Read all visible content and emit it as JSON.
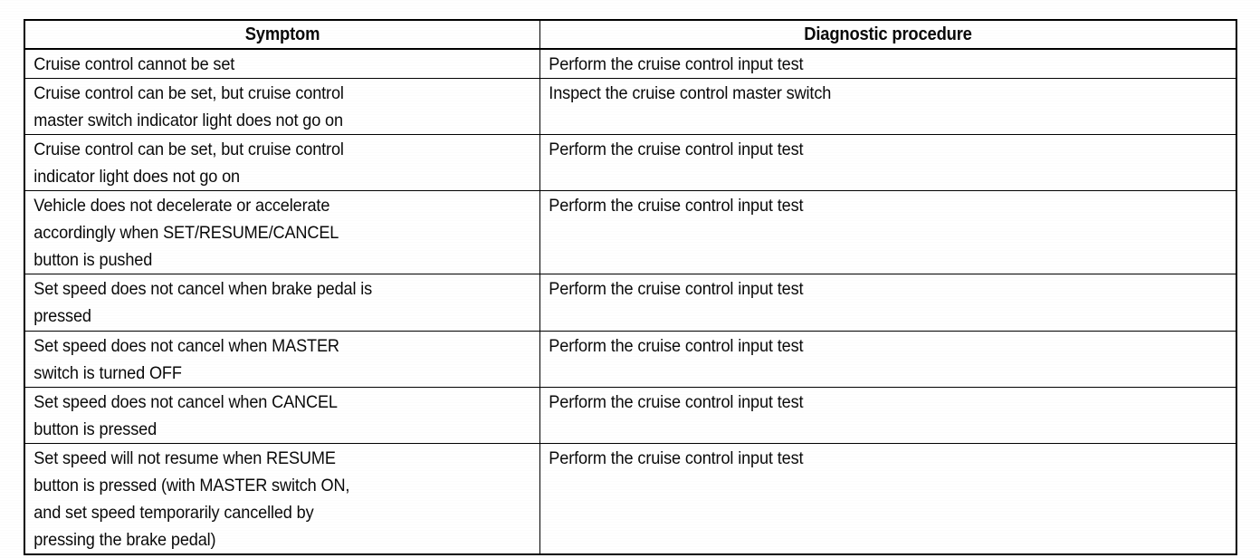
{
  "document": {
    "type": "scanned-service-manual-table"
  },
  "table": {
    "columns": [
      {
        "key": "symptom",
        "header": "Symptom"
      },
      {
        "key": "procedure",
        "header": "Diagnostic procedure"
      }
    ],
    "rows": [
      {
        "symptom": "Cruise control cannot be set",
        "procedure": "Perform the cruise control input test"
      },
      {
        "symptom": "Cruise control can be set, but cruise control\nmaster switch indicator light does not go on",
        "procedure": "Inspect the cruise control master switch"
      },
      {
        "symptom": "Cruise control can be set, but cruise control\nindicator light does not go on",
        "procedure": "Perform the cruise control input test"
      },
      {
        "symptom": "Vehicle does not decelerate or accelerate\naccordingly when SET/RESUME/CANCEL\nbutton is pushed",
        "procedure": "Perform the cruise control input test"
      },
      {
        "symptom": "Set speed does not cancel when brake pedal is\npressed",
        "procedure": "Perform the cruise control input test"
      },
      {
        "symptom": "Set speed does not cancel when MASTER\nswitch is turned OFF",
        "procedure": "Perform the cruise control input test"
      },
      {
        "symptom": "Set speed does not cancel when CANCEL\nbutton is pressed",
        "procedure": "Perform the cruise control input test"
      },
      {
        "symptom": "Set speed will not resume when RESUME\nbutton is pressed (with MASTER switch ON,\nand set speed temporarily cancelled by\npressing the brake pedal)",
        "procedure": "Perform the cruise control input test"
      }
    ]
  },
  "colors": {
    "ink": "#000000",
    "paper": "#ffffff"
  }
}
